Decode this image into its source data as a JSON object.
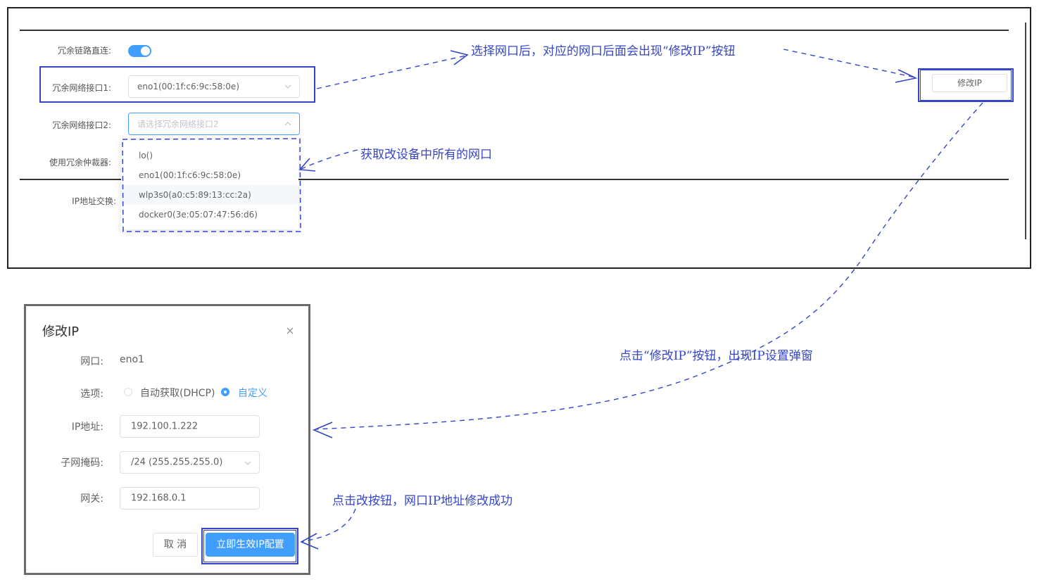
{
  "form": {
    "redundant_direct_label": "冗余链路直连:",
    "iface1_label": "冗余网络接口1:",
    "iface1_value": "eno1(00:1f:c6:9c:58:0e)",
    "iface2_label": "冗余网络接口2:",
    "iface2_placeholder": "请选择冗余网络接口2",
    "arbiter_label": "使用冗余仲裁器:",
    "ip_swap_label": "IP地址交换:"
  },
  "dropdown": {
    "items": [
      "lo()",
      "eno1(00:1f:c6:9c:58:0e)",
      "wlp3s0(a0:c5:89:13:cc:2a)",
      "docker0(3e:05:07:47:56:d6)"
    ]
  },
  "modify_ip_button": "修改IP",
  "annotations": {
    "after_select": "选择网口后，对应的网口后面会出现“修改IP”按钮",
    "get_all": "获取改设备中所有的网口",
    "click_modify": "点击“修改IP”按钮，出现IP设置弹窗",
    "click_apply": "点击改按钮，网口IP地址修改成功"
  },
  "dialog": {
    "title": "修改IP",
    "port_label": "网口:",
    "port_value": "eno1",
    "option_label": "选项:",
    "option_dhcp": "自动获取(DHCP)",
    "option_custom": "自定义",
    "selected_option": "自定义",
    "ip_label": "IP地址:",
    "ip_value": "192.100.1.222",
    "mask_label": "子网掩码:",
    "mask_value": "/24 (255.255.255.0)",
    "gateway_label": "网关:",
    "gateway_value": "192.168.0.1",
    "cancel": "取 消",
    "apply": "立即生效IP配置"
  },
  "colors": {
    "primary": "#409eff",
    "annotation": "#3545c9"
  },
  "icons": [
    "chevron-down-icon",
    "chevron-up-icon",
    "close-icon"
  ]
}
